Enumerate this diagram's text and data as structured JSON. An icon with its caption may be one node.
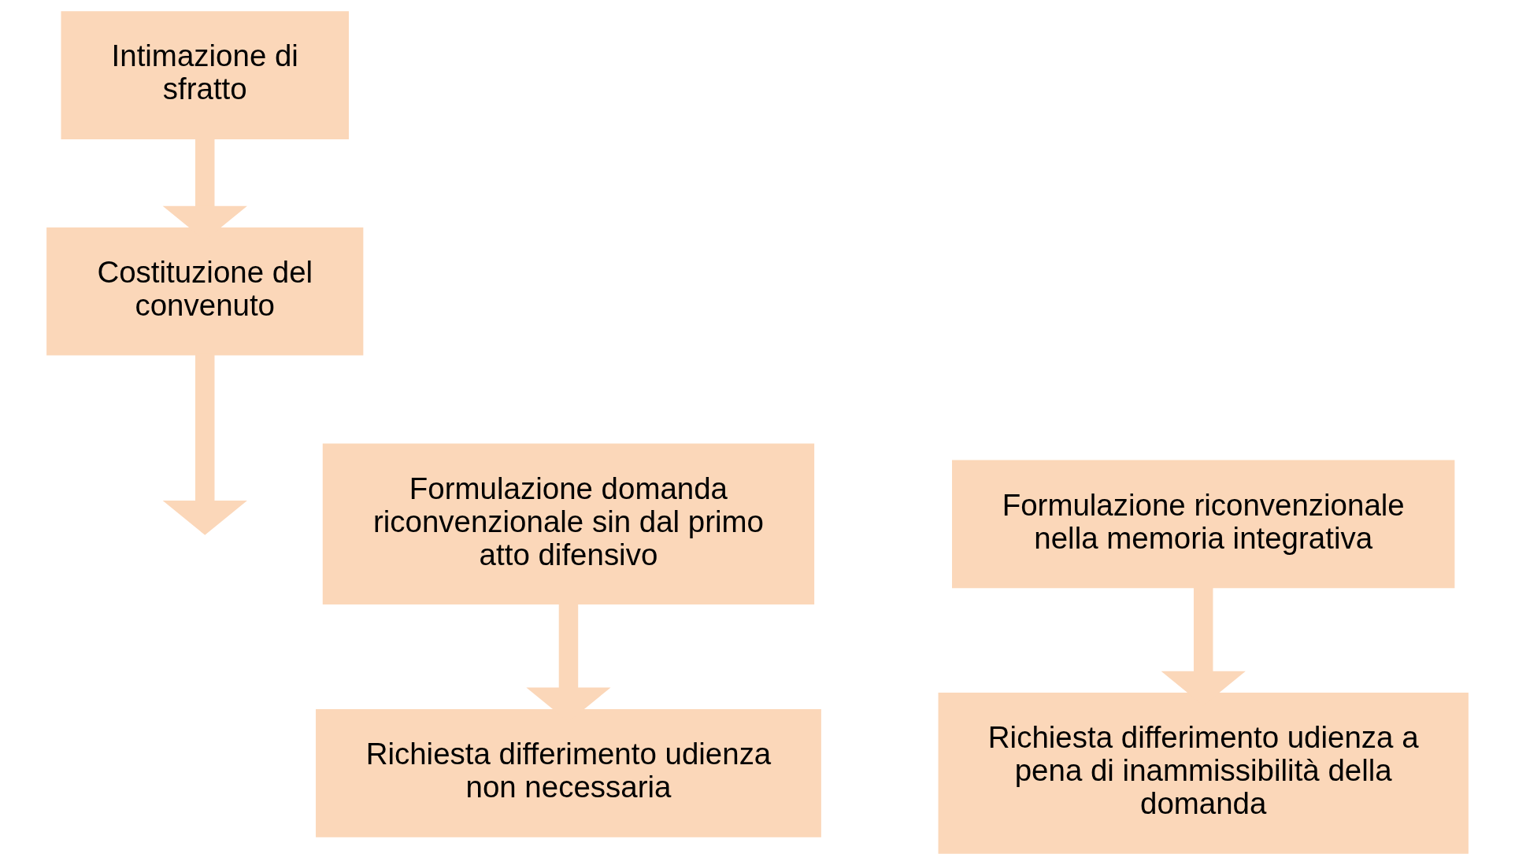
{
  "diagram": {
    "nodes": [
      {
        "text": [
          "Intimazione di sfratto"
        ]
      },
      {
        "text": [
          "Costituzione del convenuto"
        ]
      },
      {
        "text": [
          "Formulazione domanda riconvenzionale sin dal primo atto difensivo"
        ]
      },
      {
        "text": [
          "Richiesta differimento udienza non necessaria"
        ]
      },
      {
        "text": [
          "Formulazione riconvenzionale nella memoria integrativa"
        ]
      },
      {
        "text": [
          "Richiesta differimento udienza a pena di inammissibilità della domanda"
        ]
      }
    ],
    "edges": [
      {
        "from": 0,
        "to": 1,
        "arrow": "to"
      },
      {
        "from": 1,
        "to": null,
        "arrow": "to"
      },
      {
        "from": 2,
        "to": 3,
        "arrow": "to"
      },
      {
        "from": 4,
        "to": 5,
        "arrow": "to"
      }
    ]
  }
}
